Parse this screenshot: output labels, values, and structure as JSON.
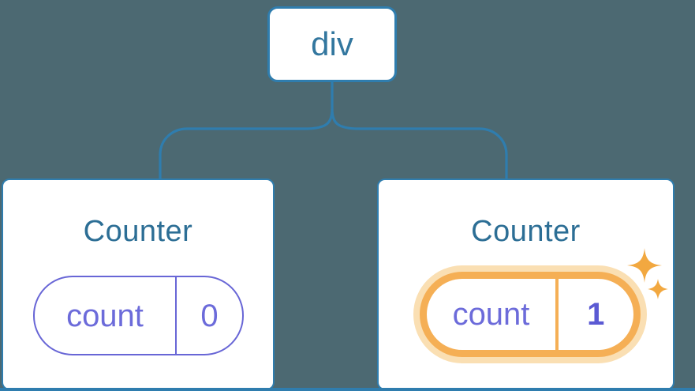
{
  "colors": {
    "background": "#4C6972",
    "connector_blue": "#2F7DAE",
    "root_text_blue": "#33779F",
    "title_blue": "#2C6E95",
    "state_purple_border": "#6866D6",
    "state_purple_text": "#6C6BDA",
    "state_value_bold_purple": "#5B5AD3",
    "highlight_orange": "#F5AF55",
    "highlight_orange_glow": "#FADFB3",
    "sparkle_orange": "#F2A840",
    "card_background": "#FFFFFF"
  },
  "tree": {
    "root": {
      "label": "div"
    },
    "children": [
      {
        "title": "Counter",
        "state_key": "count",
        "state_value": "0",
        "highlighted": false
      },
      {
        "title": "Counter",
        "state_key": "count",
        "state_value": "1",
        "highlighted": true,
        "badge_icon": "sparkles-icon"
      }
    ]
  }
}
